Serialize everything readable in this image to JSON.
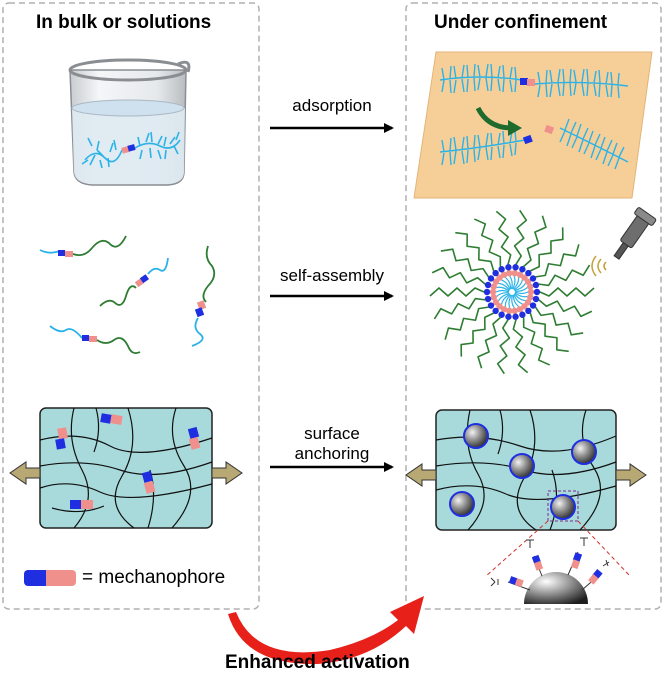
{
  "panels": {
    "left_title": "In bulk or solutions",
    "right_title": "Under confinement"
  },
  "rows": [
    {
      "label": "adsorption"
    },
    {
      "label": "self-assembly"
    },
    {
      "label_line1": "surface",
      "label_line2": "anchoring"
    }
  ],
  "legend": {
    "text": "= mechanophore"
  },
  "footer": {
    "text": "Enhanced activation"
  },
  "colors": {
    "polymer_blue": "#2bb3e8",
    "polymer_green": "#2e7d32",
    "mechanophore_blue": "#1f2ee0",
    "mechanophore_pink": "#f0908c",
    "network_fill": "#a8dadc",
    "surface_fill": "#f6cf98",
    "arrow_red": "#e8201a",
    "arrow_khaki": "#b7a874"
  }
}
